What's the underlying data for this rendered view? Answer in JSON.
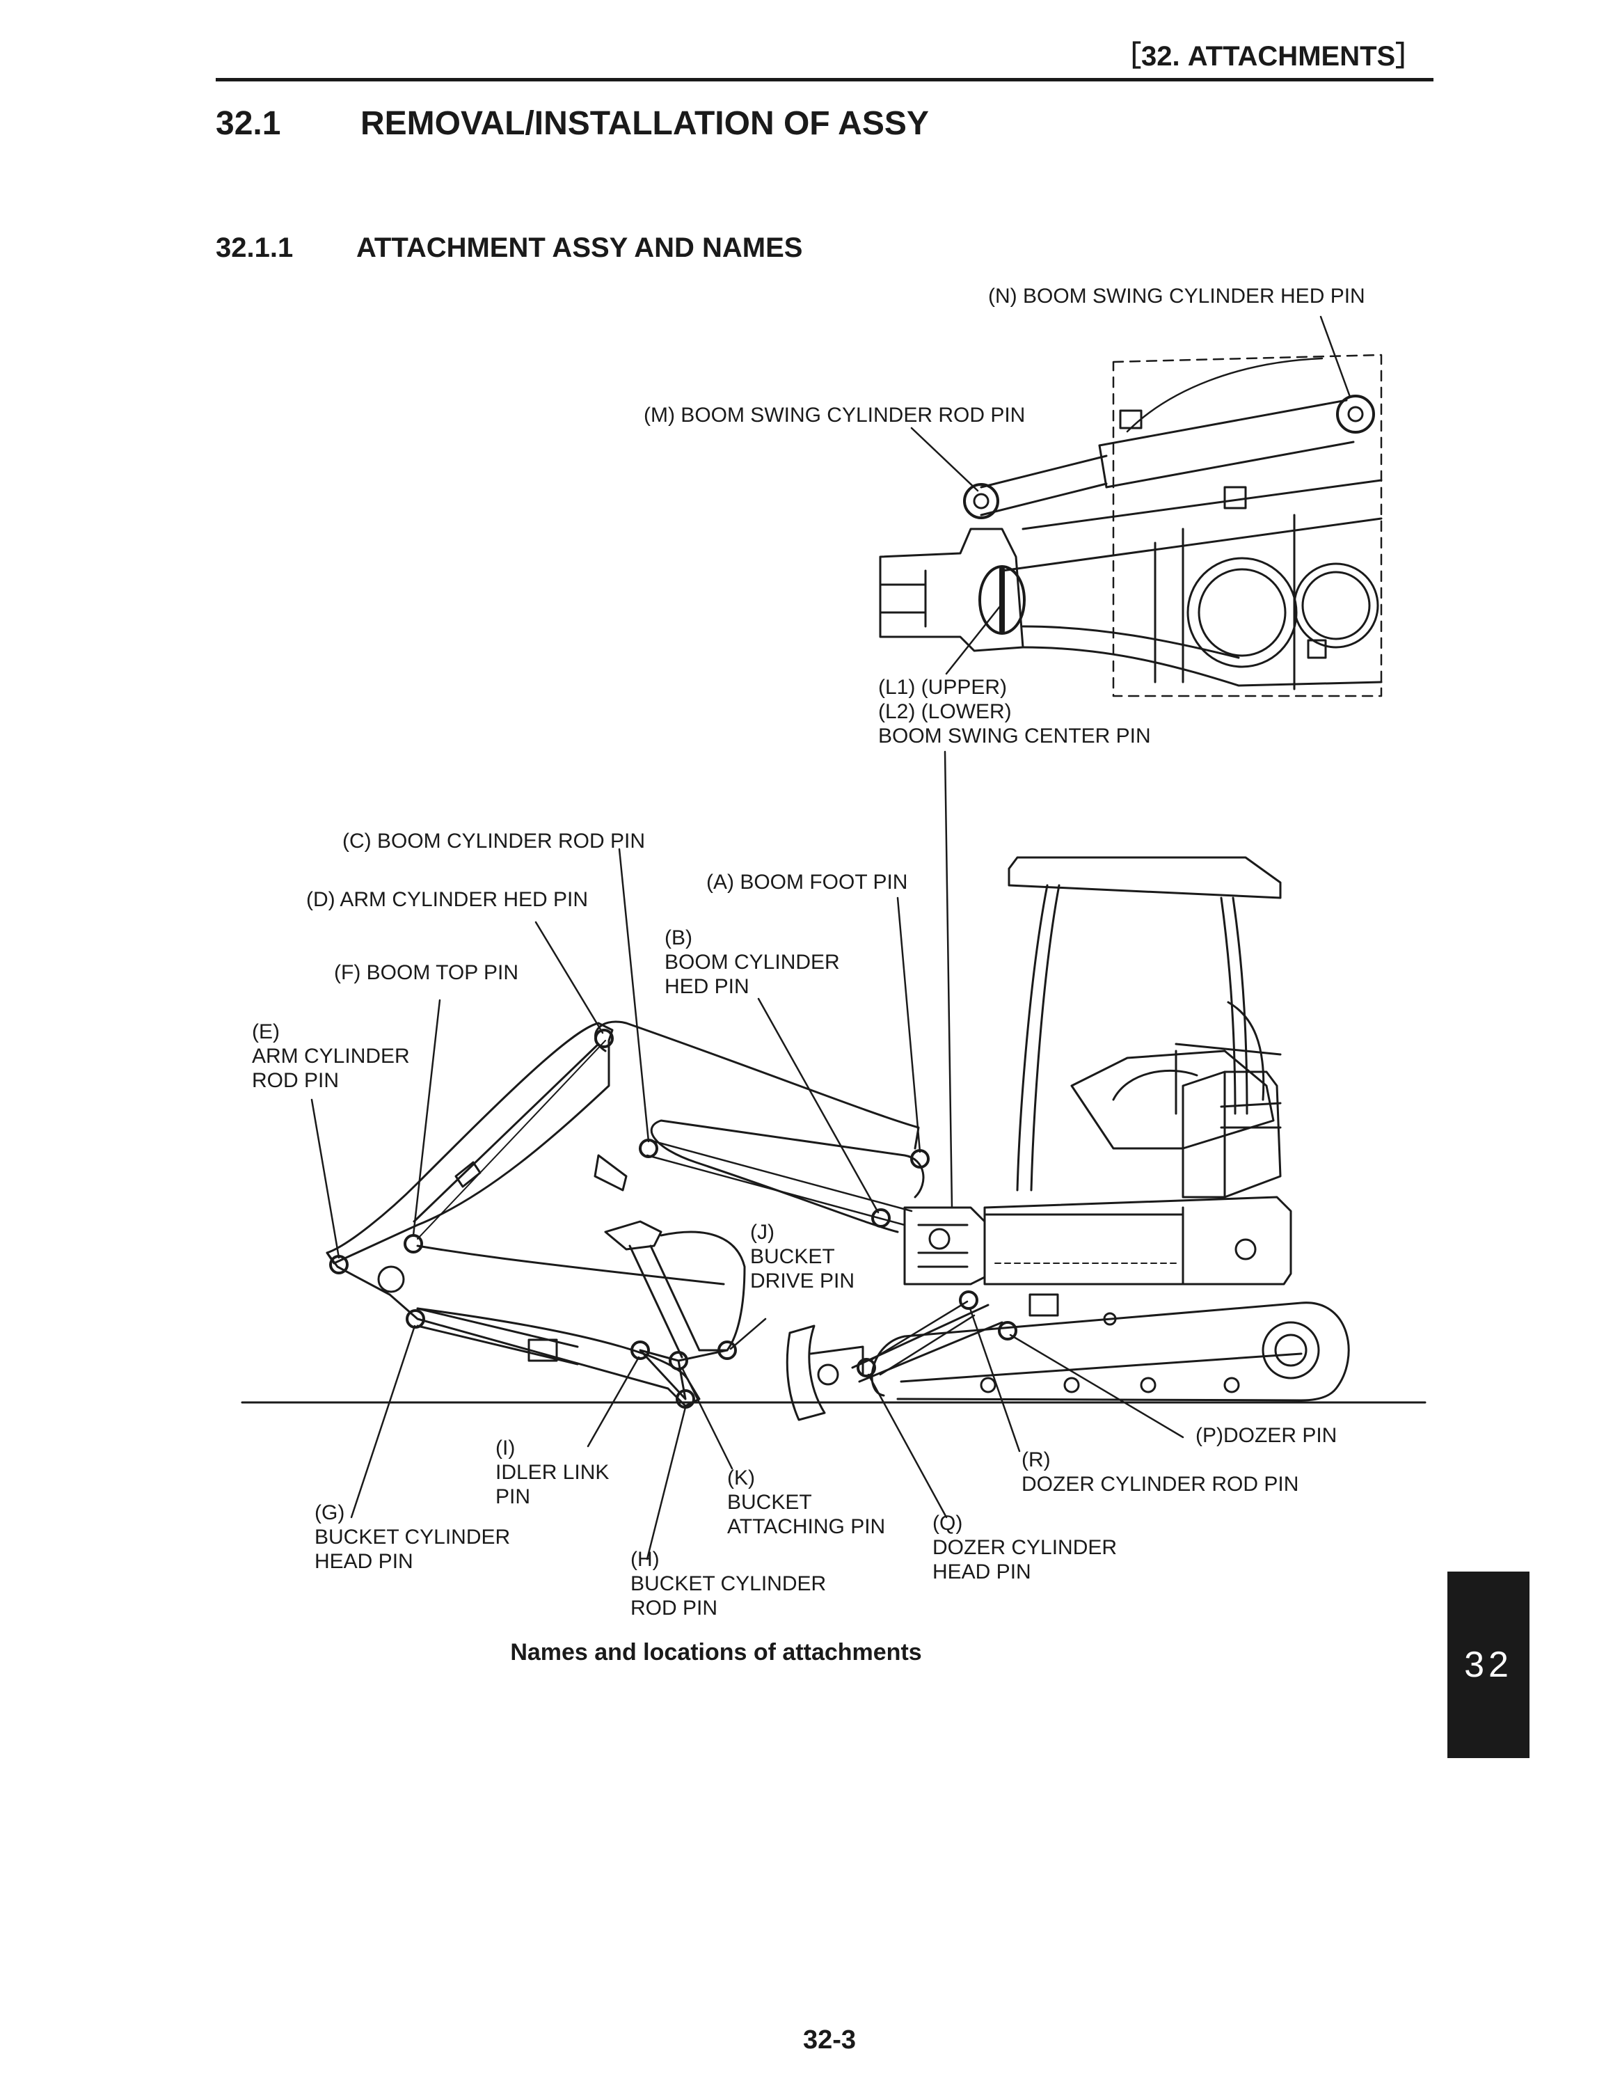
{
  "header": {
    "section": "［32.   ATTACHMENTS］"
  },
  "heading1": {
    "number": "32.1",
    "title": "REMOVAL/INSTALLATION  OF  ASSY"
  },
  "heading2": {
    "number": "32.1.1",
    "title": "ATTACHMENT  ASSY  AND  NAMES"
  },
  "labels": {
    "n": "(N) BOOM SWING CYLINDER HED PIN",
    "m": "(M) BOOM SWING CYLINDER ROD PIN",
    "l1": "(L1) (UPPER)",
    "l2": "(L2) (LOWER)",
    "l3": "BOOM SWING CENTER PIN",
    "c": "(C) BOOM CYLINDER ROD PIN",
    "a": "(A) BOOM FOOT PIN",
    "d": "(D) ARM CYLINDER HED PIN",
    "b1": "(B)",
    "b2": "BOOM CYLINDER",
    "b3": "HED PIN",
    "f": "(F) BOOM TOP PIN",
    "e1": "(E)",
    "e2": "ARM CYLINDER",
    "e3": "ROD PIN",
    "j1": "(J)",
    "j2": "BUCKET",
    "j3": "DRIVE PIN",
    "p": "(P)DOZER PIN",
    "i1": "(I)",
    "i2": "IDLER LINK",
    "i3": "PIN",
    "r1": "(R)",
    "r2": "DOZER CYLINDER ROD PIN",
    "k1": "(K)",
    "k2": "BUCKET",
    "k3": "ATTACHING PIN",
    "g1": "(G)",
    "g2": "BUCKET CYLINDER",
    "g3": "HEAD PIN",
    "q1": "(Q)",
    "q2": "DOZER CYLINDER",
    "q3": "HEAD PIN",
    "h1": "(H)",
    "h2": "BUCKET CYLINDER",
    "h3": "ROD PIN"
  },
  "caption": "Names  and  locations  of  attachments",
  "page_number": "32-3",
  "section_tab": "32"
}
